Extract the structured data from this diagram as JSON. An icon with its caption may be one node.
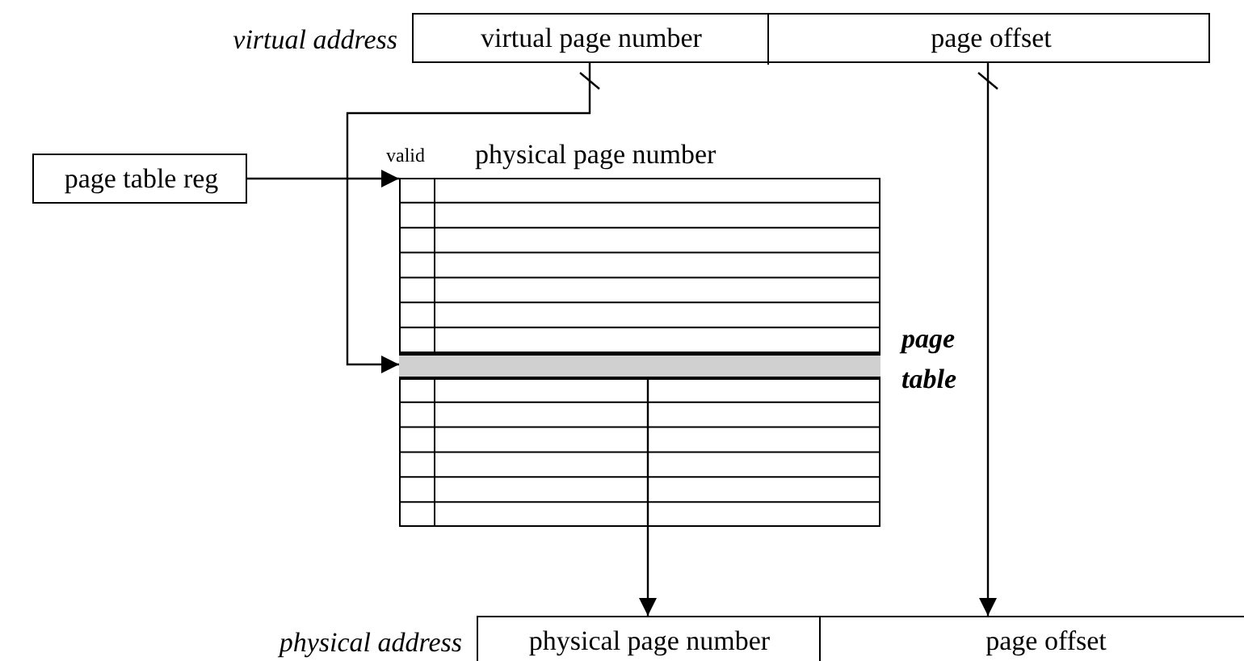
{
  "diagram": {
    "nodes": [
      {
        "text": [
          "virtual address"
        ]
      },
      {
        "text": [
          "virtual page number"
        ],
        "in": 0
      },
      {
        "text": [
          "page offset"
        ],
        "in": 0
      },
      {
        "text": [
          "page table reg"
        ]
      },
      {
        "text": [
          "valid",
          "physical page number",
          "page table"
        ]
      },
      {
        "text": [],
        "shape": "bar",
        "in": 4
      },
      {
        "text": [
          "physical address"
        ]
      },
      {
        "text": [
          "physical page number"
        ],
        "in": 6
      },
      {
        "text": [
          "page offset"
        ],
        "in": 6
      }
    ],
    "edges": [
      {
        "from": 1,
        "to": 5,
        "arrow": "to"
      },
      {
        "from": 3,
        "to": 4,
        "arrow": "to"
      },
      {
        "from": 2,
        "to": 8,
        "arrow": "to"
      },
      {
        "from": 5,
        "to": 7,
        "arrow": "to"
      }
    ]
  }
}
